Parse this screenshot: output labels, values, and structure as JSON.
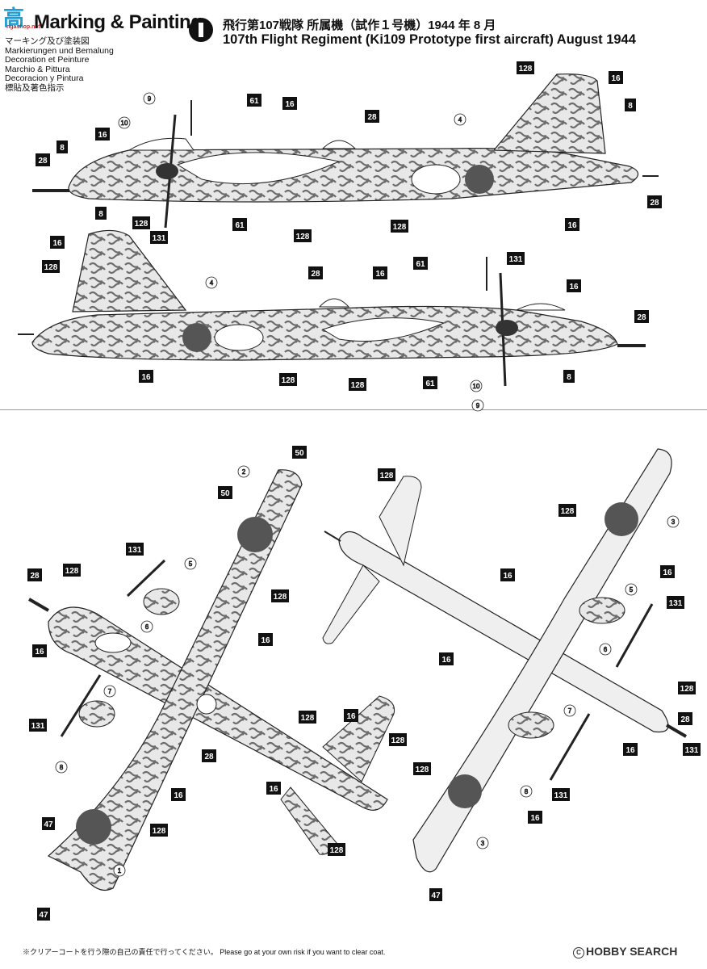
{
  "header": {
    "logo_text": "高",
    "logo_sub": "ngashop.net",
    "title": "Marking & Painting",
    "languages": [
      "マーキング及び塗装図",
      "Markierungen und Bemalung",
      "Decoration et Peinture",
      "Marchio & Pittura",
      "Decoracion y Pintura",
      "標貼及著色指示"
    ]
  },
  "scheme": {
    "badge": "I",
    "title_jp": "飛行第107戦隊 所属機（試作１号機）1944 年 8 月",
    "title_en": "107th Flight Regiment (Ki109 Prototype first aircraft) August 1944"
  },
  "callouts": {
    "boxed": [
      "128",
      "16",
      "8",
      "61",
      "16",
      "28",
      "16",
      "8",
      "28",
      "128",
      "131",
      "61",
      "128",
      "128",
      "16",
      "16",
      "128",
      "8",
      "28",
      "16",
      "61",
      "131",
      "16",
      "28",
      "28",
      "16",
      "128",
      "61",
      "128",
      "8",
      "50",
      "50",
      "128",
      "128",
      "131",
      "28",
      "128",
      "16",
      "16",
      "131",
      "128",
      "16",
      "16",
      "28",
      "16",
      "47",
      "128",
      "47",
      "128",
      "128",
      "16",
      "16",
      "131",
      "16",
      "128",
      "28",
      "131",
      "128",
      "16",
      "131",
      "47",
      "16",
      "128"
    ],
    "circled": [
      "9",
      "10",
      "4",
      "4",
      "9",
      "10",
      "2",
      "5",
      "6",
      "7",
      "8",
      "1",
      "3",
      "5",
      "6",
      "7",
      "8",
      "3"
    ]
  },
  "footer": {
    "note": "※クリアーコートを行う際の自己の責任で行ってください。 Please go at your own risk if you want to clear coat.",
    "credit": "HOBBY SEARCH"
  },
  "colors": {
    "camo_dark": "#6e6e6e",
    "camo_light": "#e6e6e6",
    "hinomaru": "#555555"
  }
}
